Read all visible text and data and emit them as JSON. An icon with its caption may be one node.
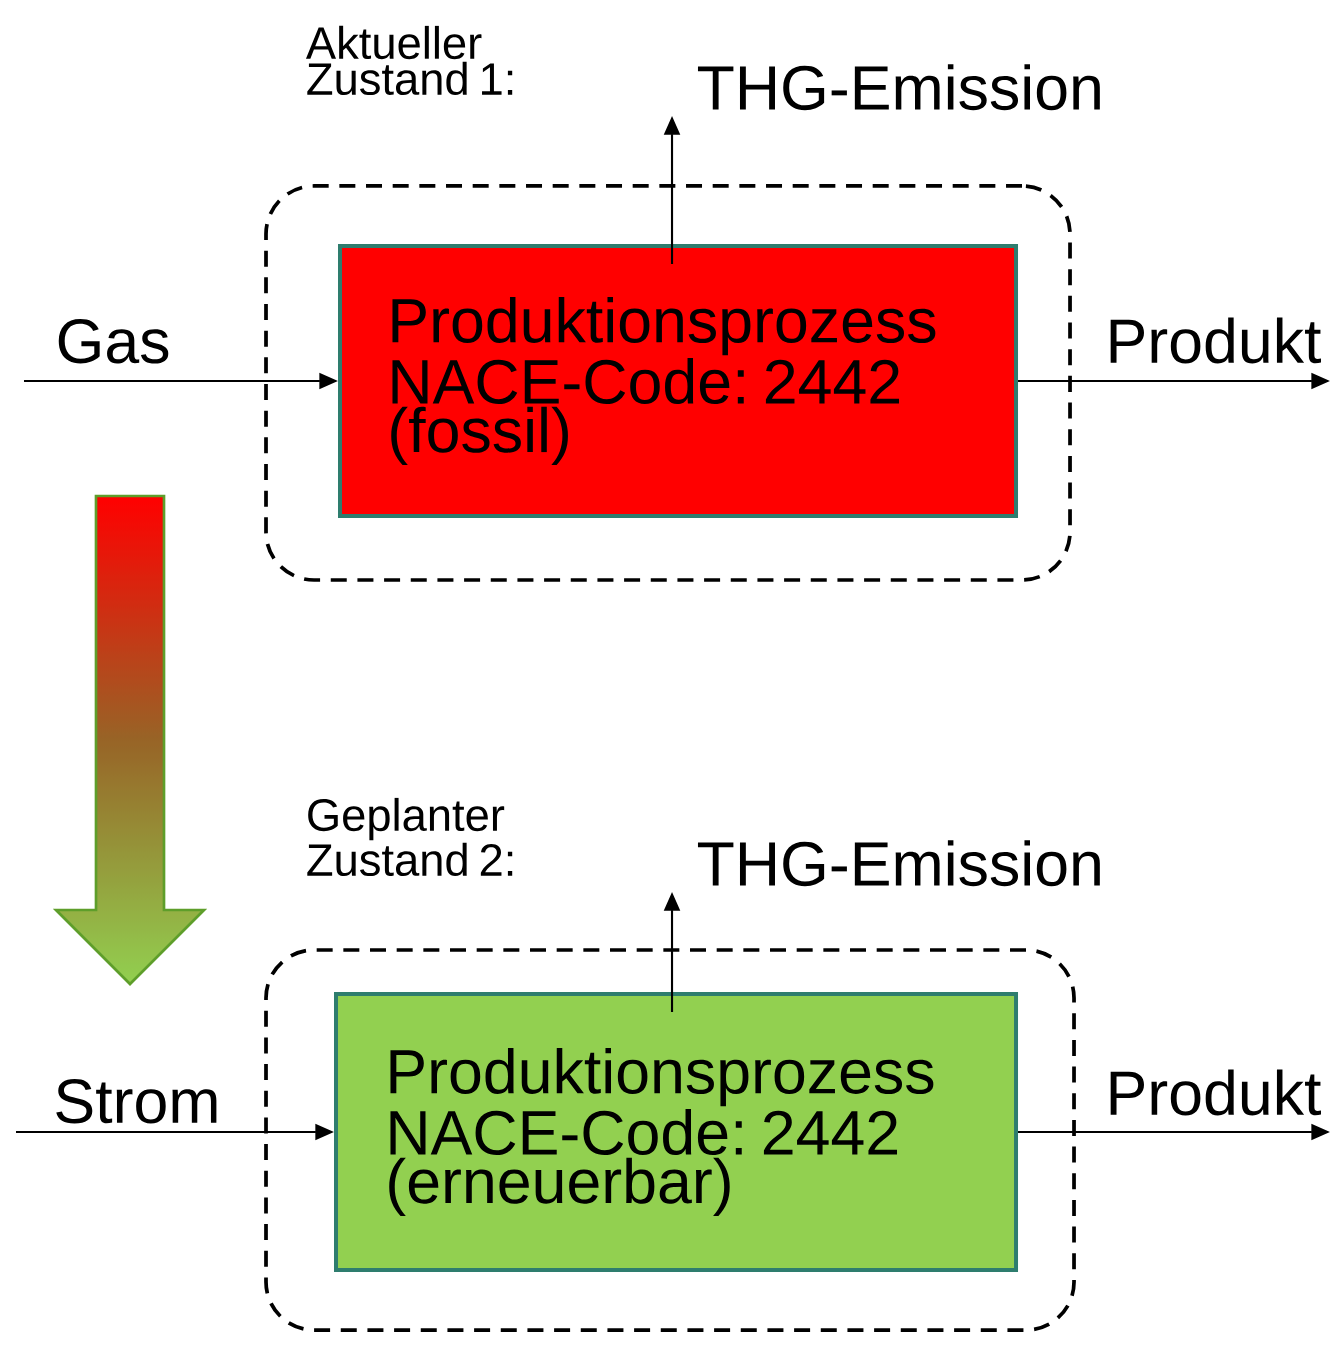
{
  "diagram": {
    "nodes": [
      {
        "text": [
          "Aktueller Zustand 1:"
        ]
      },
      {
        "text": [
          "Produktionsprozess NACE-Code: 2442 (fossil)"
        ],
        "in": 0
      },
      {
        "text": [
          "Gas"
        ]
      },
      {
        "text": [
          "THG-Emission"
        ]
      },
      {
        "text": [
          "Produkt"
        ]
      },
      {
        "text": [
          "Geplanter Zustand 2:"
        ]
      },
      {
        "text": [
          "Produktionsprozess NACE-Code: 2442 (erneuerbar)"
        ],
        "in": 5
      },
      {
        "text": [
          "Strom"
        ]
      },
      {
        "text": [
          "THG-Emission"
        ]
      },
      {
        "text": [
          "Produkt"
        ]
      }
    ],
    "edges": [
      {
        "from": 2,
        "to": 1,
        "arrow": "to"
      },
      {
        "from": 1,
        "to": 3,
        "arrow": "to"
      },
      {
        "from": 1,
        "to": 4,
        "arrow": "to"
      },
      {
        "from": 7,
        "to": 6,
        "arrow": "to"
      },
      {
        "from": 6,
        "to": 8,
        "arrow": "to"
      },
      {
        "from": 6,
        "to": 9,
        "arrow": "to"
      }
    ]
  }
}
